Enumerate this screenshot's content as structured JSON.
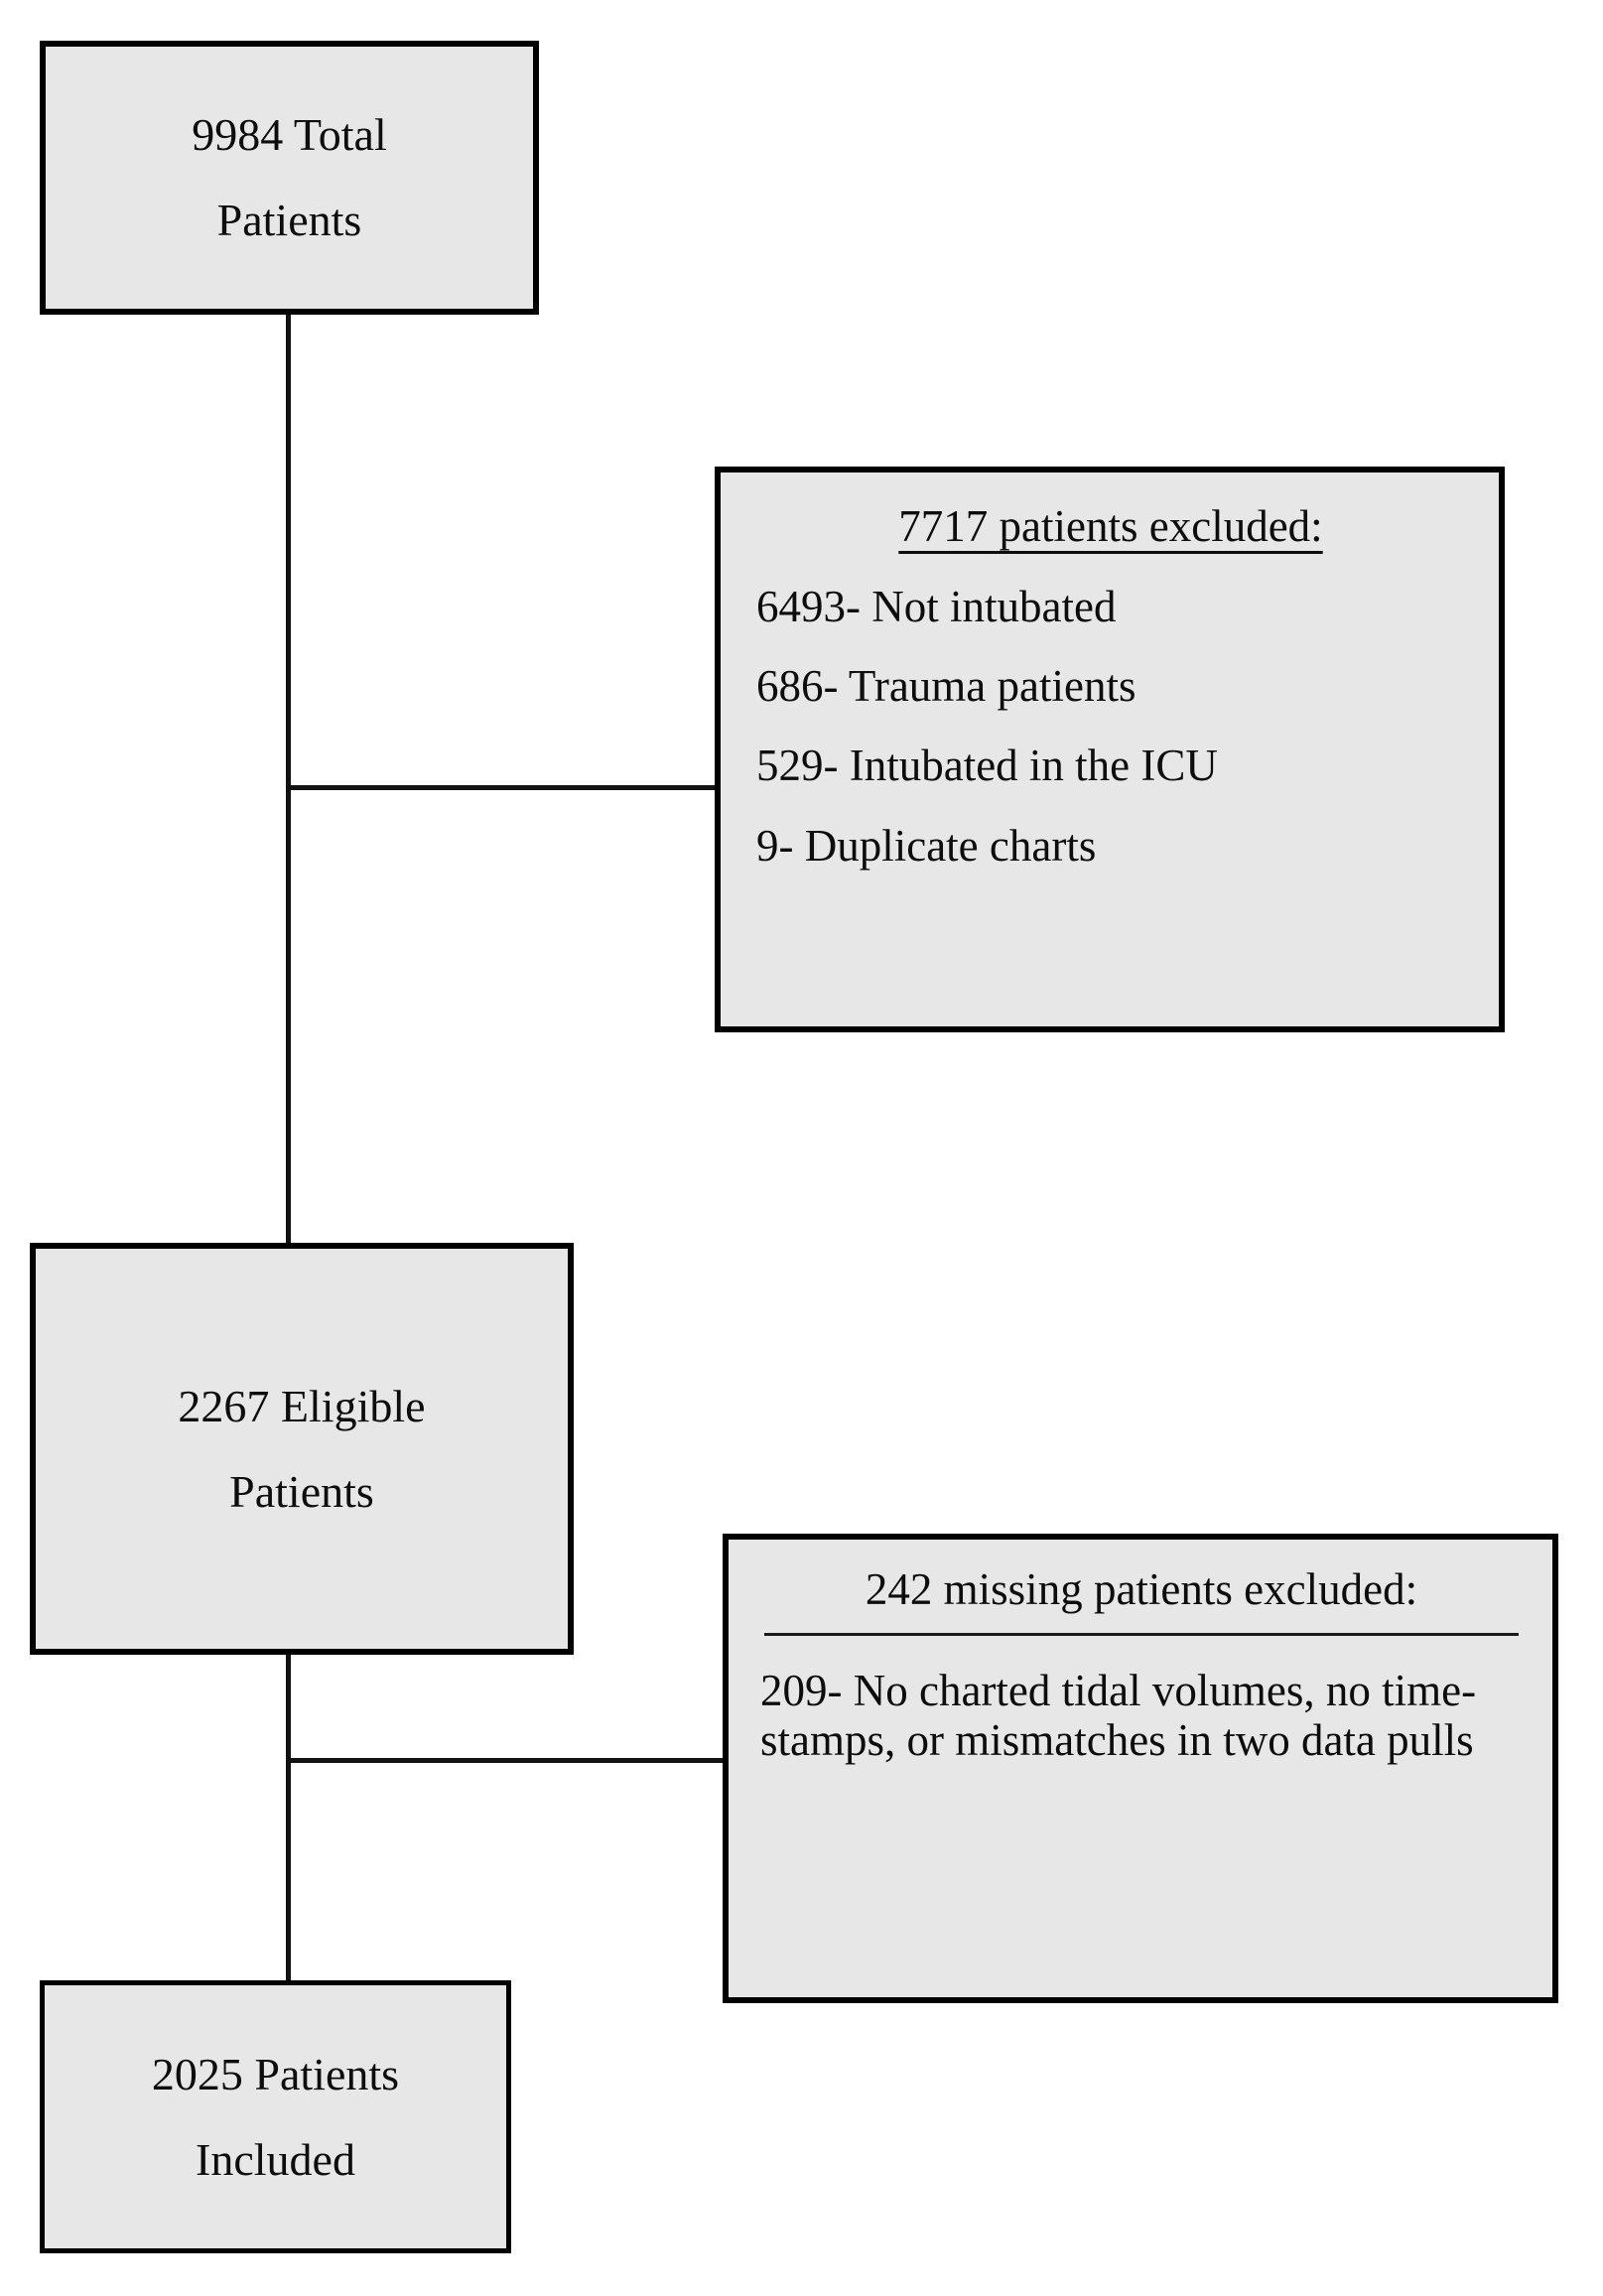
{
  "diagram": {
    "type": "patient-flow-diagram",
    "accent_color": "#000000",
    "box_fill": "#e7e7e7",
    "nodes": [
      {
        "id": "total",
        "lines": [
          "9984 Total",
          "Patients"
        ],
        "count": 9984,
        "label": "Total Patients"
      },
      {
        "id": "eligible",
        "lines": [
          "2267 Eligible",
          "Patients"
        ],
        "count": 2267,
        "label": "Eligible Patients"
      },
      {
        "id": "included",
        "lines": [
          "2025 Patients",
          "Included"
        ],
        "count": 2025,
        "label": "Patients Included"
      }
    ],
    "exclusions": [
      {
        "id": "exclusion-1",
        "title": "7717 patients excluded:",
        "total": 7717,
        "items": [
          "6493- Not intubated",
          "686- Trauma patients",
          "529- Intubated in the ICU",
          "9- Duplicate charts"
        ],
        "counts": [
          6493,
          686,
          529,
          9
        ]
      },
      {
        "id": "exclusion-2",
        "title": "242 missing patients excluded:",
        "total": 242,
        "items": [
          "209- No charted tidal volumes, no time-stamps, or mismatches in two data pulls"
        ],
        "counts": [
          209
        ]
      }
    ]
  }
}
